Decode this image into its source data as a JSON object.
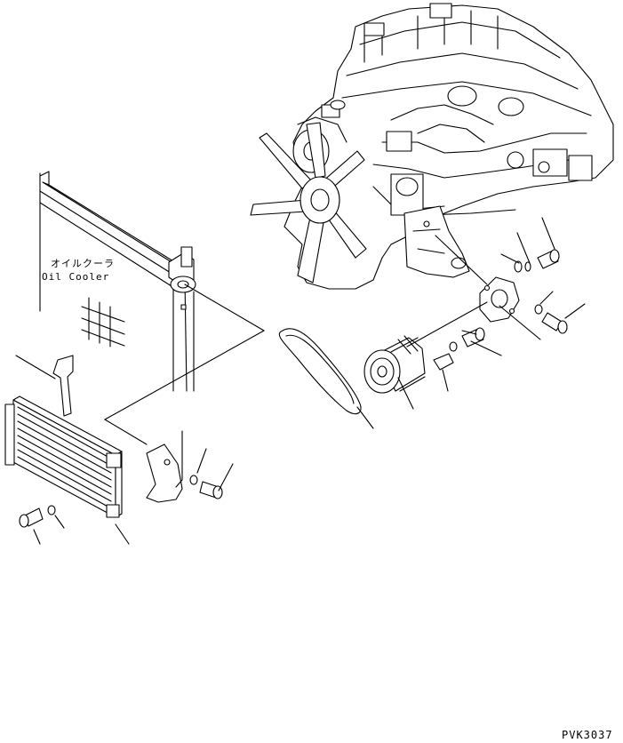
{
  "labels": {
    "oil_cooler_jp": "オイルクーラ",
    "oil_cooler_en": "Oil Cooler",
    "drawing_code": "PVK3037"
  },
  "colors": {
    "ink": "#000000",
    "paper": "#ffffff"
  }
}
